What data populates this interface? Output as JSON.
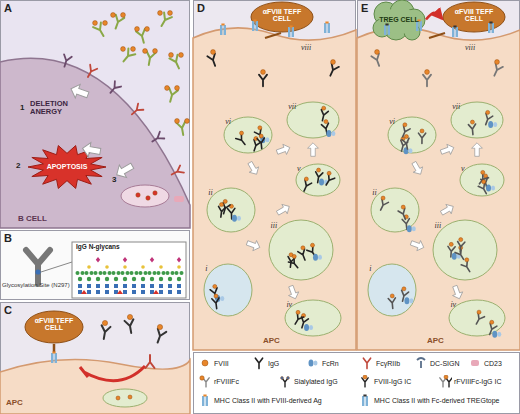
{
  "diagram": {
    "nodes": [
      {
        "text": [
          "A"
        ]
      },
      {
        "text": [
          "B CELL"
        ],
        "in": 0
      },
      {
        "text": [
          "APOPTOSIS"
        ],
        "in": 1
      },
      {
        "text": [
          "B"
        ]
      },
      {
        "text": [
          "C"
        ]
      },
      {
        "text": [
          "αFVIII TEFF CELL"
        ],
        "in": 4
      },
      {
        "text": [
          "APC"
        ],
        "in": 4
      },
      {
        "text": [
          "D"
        ]
      },
      {
        "text": [
          "APC"
        ],
        "in": 7
      },
      {
        "text": [
          "αFVIII TEFF CELL"
        ],
        "in": 7
      },
      {
        "text": [
          "E"
        ]
      },
      {
        "text": [
          "APC"
        ],
        "in": 10
      },
      {
        "text": [
          "TREG CELL"
        ],
        "in": 10
      },
      {
        "text": [
          "αFVIII TEFF CELL"
        ],
        "in": 10
      }
    ],
    "edges": [
      {
        "from": 12,
        "to": 13,
        "arrow": "to"
      }
    ],
    "labels": [
      "1",
      "DELETION ANERGY",
      "2",
      "3",
      "Glycosylation Site (N297)",
      "IgG N-glycans",
      "i",
      "ii",
      "iii",
      "iv",
      "v",
      "vi",
      "vii",
      "viii",
      "i",
      "ii",
      "iii",
      "iv",
      "v",
      "vi",
      "vii",
      "viii"
    ],
    "legend": [
      {
        "text": "FVIII"
      },
      {
        "text": "IgG"
      },
      {
        "text": "FcRn"
      },
      {
        "text": "FcγRIIb"
      },
      {
        "text": "DC-SIGN"
      },
      {
        "text": "CD23"
      },
      {
        "text": "rFVIIIFc"
      },
      {
        "text": "Sialylated IgG"
      },
      {
        "text": "FVIII-IgG IC"
      },
      {
        "text": "rFVIIIFc-IgG IC"
      },
      {
        "text": "MHC Class II with FVIII-derived Ag"
      },
      {
        "text": "MHC Class II with Fc-derived TREGtope"
      }
    ]
  }
}
